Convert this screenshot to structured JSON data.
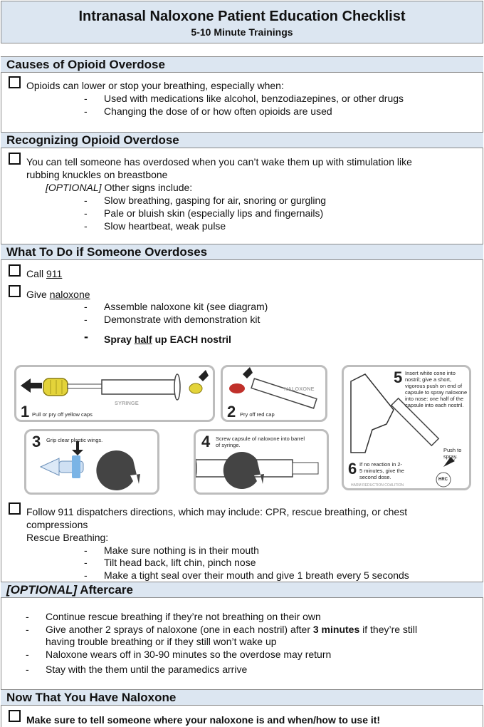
{
  "header": {
    "title": "Intranasal Naloxone Patient Education Checklist",
    "subtitle": "5-10 Minute Trainings"
  },
  "causes": {
    "heading": "Causes of Opioid Overdose",
    "item": "Opioids can lower or stop your breathing, especially when:",
    "bullets": [
      "Used with medications like alcohol, benzodiazepines, or other drugs",
      "Changing the dose of or how often opioids are used"
    ]
  },
  "recognizing": {
    "heading": "Recognizing Opioid Overdose",
    "item_line1": "You can tell someone has overdosed when you can’t wake them up with stimulation like",
    "item_line2": "rubbing knuckles on breastbone",
    "optional_tag": "[OPTIONAL]",
    "optional_text": " Other signs include:",
    "bullets": [
      "Slow breathing, gasping for air, snoring or gurgling",
      "Pale or bluish skin (especially lips and fingernails)",
      "Slow heartbeat, weak pulse"
    ]
  },
  "what_to_do": {
    "heading": "What To Do if Someone Overdoses",
    "call_prefix": "Call ",
    "call_number": "911",
    "give_prefix": "Give ",
    "give_link": "naloxone",
    "bullets": [
      "Assemble naloxone kit (see diagram)",
      "Demonstrate with demonstration kit"
    ],
    "spray": {
      "pre": "Spray ",
      "half": "half",
      "post": " up EACH nostril"
    },
    "dash": "-",
    "follow_line1": "Follow 911 dispatchers directions, which may include: CPR, rescue breathing, or chest",
    "follow_line2": "compressions",
    "rescue_label": "Rescue Breathing:",
    "rescue_bullets": [
      "Make sure nothing is in their mouth",
      "Tilt head back, lift chin, pinch nose",
      "Make a tight seal over their mouth and give 1 breath every 5 seconds"
    ]
  },
  "diagram": {
    "steps": [
      {
        "num": "1",
        "caption": "Pull or pry off yellow caps"
      },
      {
        "num": "2",
        "caption": "Pry off red cap"
      },
      {
        "num": "3",
        "caption": "Grip clear plastic wings."
      },
      {
        "num": "4",
        "caption": "Screw capsule of naloxone into barrel of syringe."
      },
      {
        "num": "5",
        "caption": "Insert white cone into nostril; give a short, vigorous push on end of capsule to spray naloxone into nose: one half of the capsule into each nostril."
      },
      {
        "num": "6",
        "caption": "If no reaction in 2-5 minutes, give the second dose."
      }
    ],
    "syringe_label": "SYRINGE",
    "naloxone_label": "NALOXONE",
    "push_label": "Push to spray.",
    "org_label": "HARM REDUCTION COALITION",
    "logo_text": "HRC"
  },
  "aftercare": {
    "heading_tag": "[OPTIONAL]",
    "heading_text": " Aftercare",
    "bullets": [
      {
        "pre": "Continue rescue breathing if they’re not breathing on their own",
        "bold": "",
        "post": ""
      },
      {
        "pre": "Give another 2 sprays of naloxone (one in each nostril) after ",
        "bold": "3 minutes",
        "post": " if they’re still"
      },
      {
        "pre": "Naloxone wears off in 30-90 minutes so the overdose may return",
        "bold": "",
        "post": ""
      },
      {
        "pre": "Stay with the them until the paramedics arrive",
        "bold": "",
        "post": ""
      }
    ],
    "bullet2_line2": "having trouble breathing or if they still won’t wake up"
  },
  "now": {
    "heading": "Now That You Have Naloxone",
    "item": "Make sure to tell someone where your naloxone is and when/how to use it!"
  }
}
